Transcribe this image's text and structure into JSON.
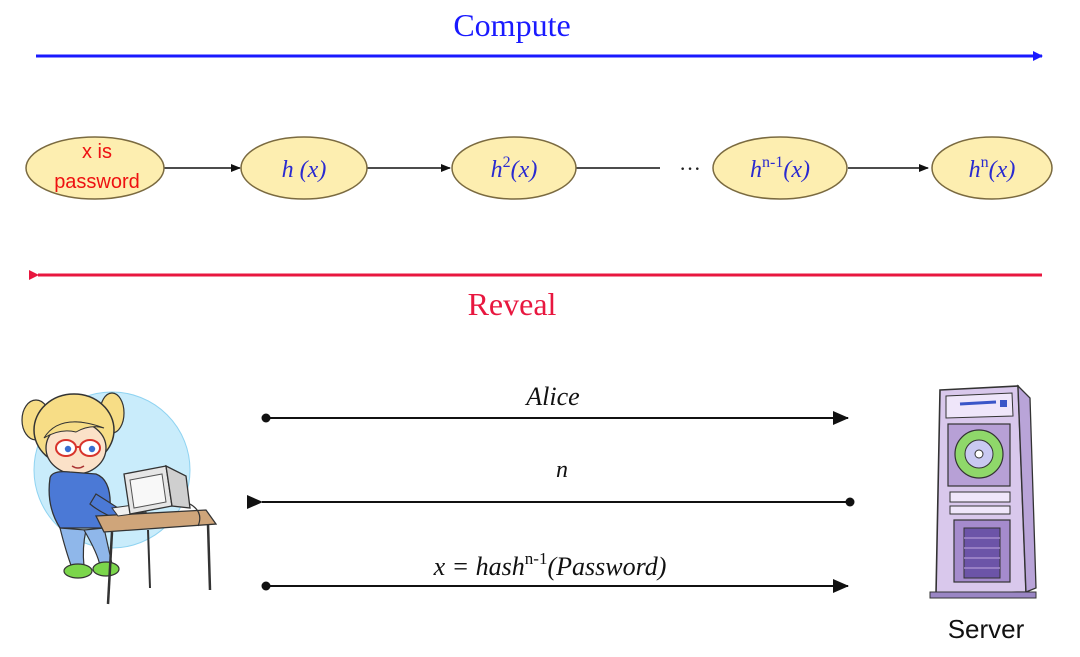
{
  "top_arrow": {
    "label": "Compute",
    "color": "#1a1aff"
  },
  "bottom_arrow": {
    "label": "Reveal",
    "color": "#e8173f"
  },
  "chain": {
    "node_fill": "#fdeeb0",
    "node_stroke": "#7a6a40",
    "nodes": [
      {
        "line1": "x is",
        "line2": "password",
        "color": "#ee1111"
      },
      {
        "base": "h",
        "sup": "",
        "arg": "(x)",
        "color": "#2a2ad0"
      },
      {
        "base": "h",
        "sup": "2",
        "arg": "(x)",
        "color": "#2a2ad0"
      },
      {
        "base": "h",
        "sup": "n-1",
        "arg": "(x)",
        "color": "#2a2ad0"
      },
      {
        "base": "h",
        "sup": "n",
        "arg": "(x)",
        "color": "#2a2ad0"
      }
    ],
    "ellipsis": "···"
  },
  "protocol": {
    "messages": [
      {
        "text": "Alice",
        "direction": "to-server"
      },
      {
        "text": "n",
        "direction": "to-client"
      },
      {
        "prefix": "x = hash",
        "sup": "n-1",
        "suffix": "(Password)",
        "direction": "to-server"
      }
    ],
    "server_label": "Server"
  }
}
